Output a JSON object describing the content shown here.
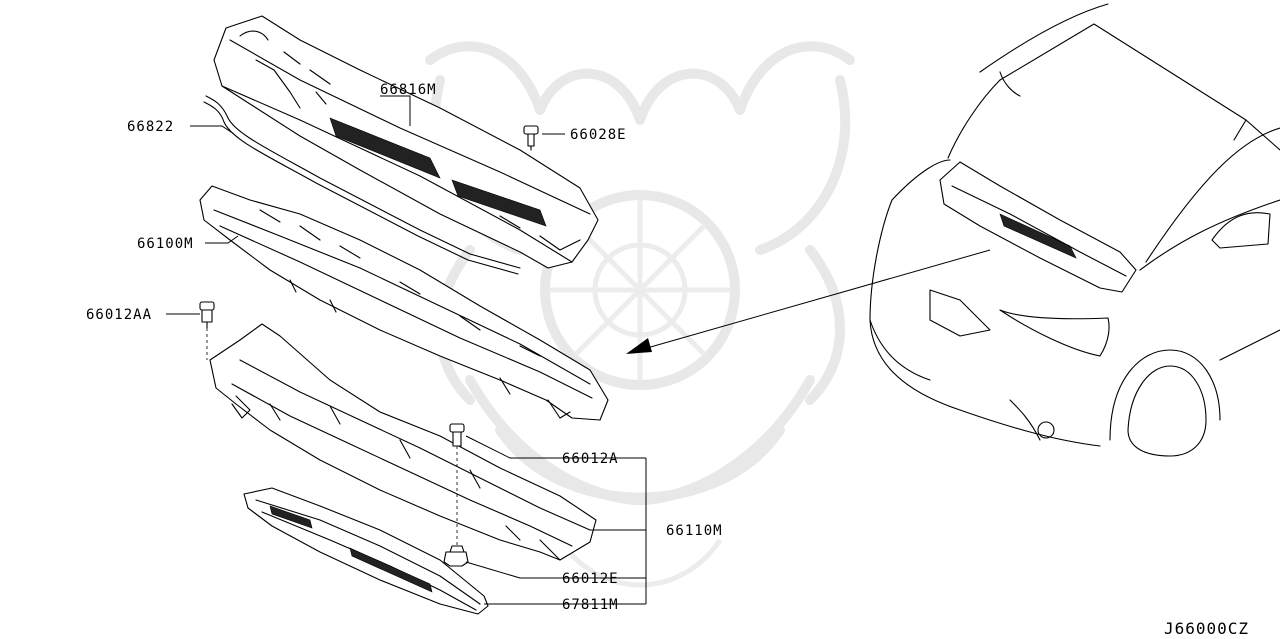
{
  "diagram_code": "J66000CZ",
  "parts": [
    {
      "id": "66816M"
    },
    {
      "id": "66822"
    },
    {
      "id": "66028E"
    },
    {
      "id": "66100M"
    },
    {
      "id": "66012AA"
    },
    {
      "id": "66012A"
    },
    {
      "id": "66110M"
    },
    {
      "id": "66012E"
    },
    {
      "id": "67811M"
    }
  ]
}
